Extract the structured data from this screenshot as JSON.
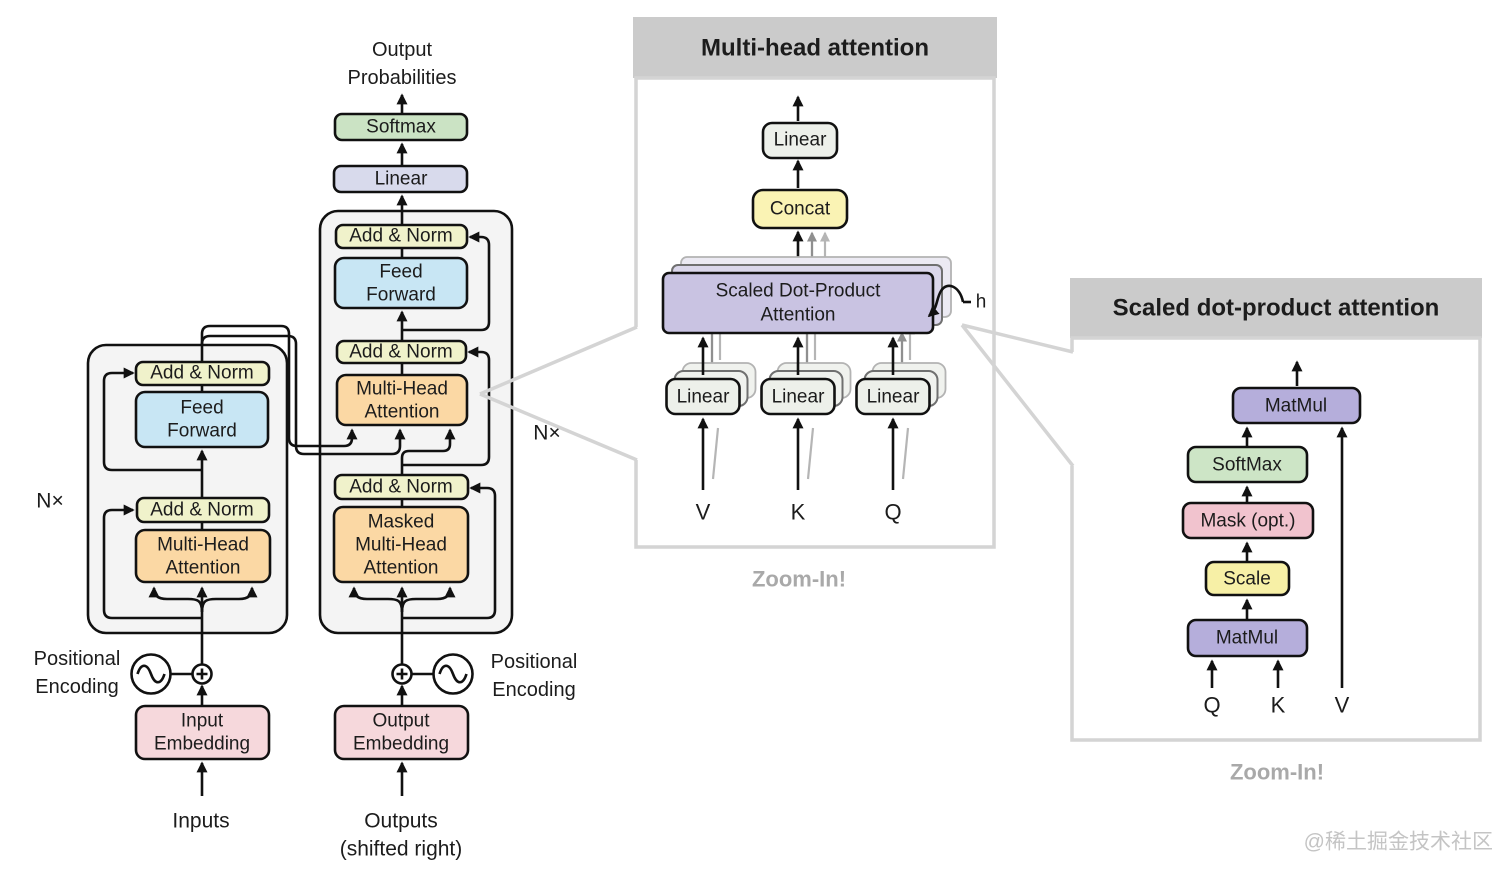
{
  "colors": {
    "box_green": "#cbe3c4",
    "box_lavender": "#d8daec",
    "box_pale_yellow": "#f0f2cb",
    "box_blue": "#c8e6f4",
    "box_orange": "#fbd8a4",
    "box_pink": "#f6d8dc",
    "block_bg": "#f4f4f4",
    "concat_yellow": "#faf3b4",
    "sdpa_purple": "#c9c3e2",
    "sdpa_shadow1": "#dbd7eb",
    "sdpa_shadow2": "#eceaf3",
    "panel_linear": "#edf0ea",
    "linear_shadow": "#f0f2ee",
    "matmul_purple": "#b5aedb",
    "softmax_green": "#cde5c6",
    "mask_pink": "#f1c3ce",
    "scale_yellow": "#f7f0a6",
    "panel_title_bg": "#cbcbcb",
    "callout_gray": "#d4d4d4",
    "zoom_in_gray": "#a9a9a9",
    "watermark_gray": "#c4c4c4"
  },
  "transformer": {
    "labels": {
      "output_prob_1": "Output",
      "output_prob_2": "Probabilities",
      "softmax": "Softmax",
      "linear": "Linear",
      "add_norm": "Add & Norm",
      "feed_1": "Feed",
      "feed_2": "Forward",
      "mha_1": "Multi-Head",
      "mha_2": "Attention",
      "masked_1": "Masked",
      "masked_2": "Multi-Head",
      "masked_3": "Attention",
      "nx": "N×",
      "pos_1": "Positional",
      "pos_2": "Encoding",
      "input_emb_1": "Input",
      "input_emb_2": "Embedding",
      "output_emb_1": "Output",
      "output_emb_2": "Embedding",
      "inputs": "Inputs",
      "outputs_1": "Outputs",
      "outputs_2": "(shifted right)"
    }
  },
  "mha_panel": {
    "title": "Multi-head attention",
    "linear": "Linear",
    "concat": "Concat",
    "sdpa_1": "Scaled Dot-Product",
    "sdpa_2": "Attention",
    "h": "h",
    "v": "V",
    "k": "K",
    "q": "Q",
    "zoom_in": "Zoom-In!"
  },
  "sdpa_panel": {
    "title": "Scaled dot-product attention",
    "matmul_top": "MatMul",
    "softmax": "SoftMax",
    "mask": "Mask (opt.)",
    "scale": "Scale",
    "matmul_bottom": "MatMul",
    "q": "Q",
    "k": "K",
    "v": "V",
    "zoom_in": "Zoom-In!"
  },
  "watermark": "@稀土掘金技术社区"
}
